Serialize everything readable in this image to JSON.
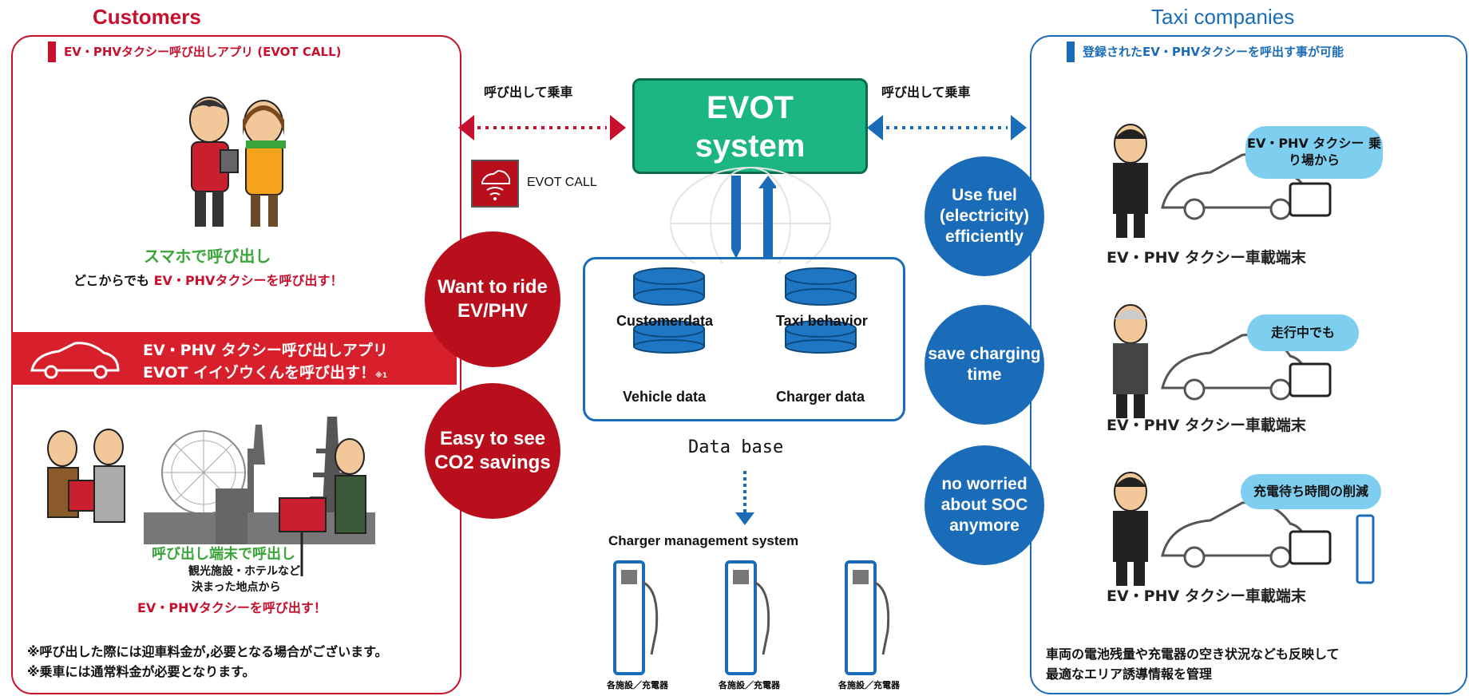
{
  "customers": {
    "title": "Customers",
    "subtitle": "EV・PHVタクシー呼び出しアプリ (EVOT CALL)",
    "smartphone_line1": "スマホで呼び出し",
    "smartphone_line2_prefix": "どこからでも ",
    "smartphone_line2_highlight": "EV・PHVタクシーを呼び出す！",
    "banner_line1": "EV・PHV タクシー呼び出しアプリ",
    "banner_line2": "EVOT イイゾウくんを呼び出す！",
    "banner_note": "※1",
    "terminal_line1": "呼び出し端末で呼出し",
    "terminal_line2": "観光施設・ホテルなど",
    "terminal_line3": "決まった地点から",
    "terminal_line4": "EV・PHVタクシーを呼び出す！",
    "footnote1": "※呼び出した際には迎車料金が,必要となる場合がございます。",
    "footnote2": "※乗車には通常料金が必要となります。"
  },
  "center": {
    "call_left": "呼び出して乗車",
    "call_right": "呼び出して乗車",
    "app_name": "EVOT CALL",
    "system_line1": "EVOT",
    "system_line2": "system",
    "db_items": [
      "Customerdata",
      "Taxi behavior",
      "Vehicle data",
      "Charger data"
    ],
    "db_caption": "Data base",
    "charger_mgmt": "Charger management system",
    "charger_label": "各施設／充電器"
  },
  "red_circles": [
    "Want to ride EV/PHV",
    "Easy to see CO2 savings"
  ],
  "blue_circles": [
    "Use fuel (electricity) efficiently",
    "save charging time",
    "no worried about SOC anymore"
  ],
  "taxi": {
    "title": "Taxi companies",
    "subtitle": "登録されたEV・PHVタクシーを呼出す事が可能",
    "bubble1": "EV・PHV タクシー 乗り場から",
    "bubble2": "走行中でも",
    "bubble3": "充電待ち時間の削減",
    "terminal_label": "EV・PHV タクシー車載端末",
    "footer1": "車両の電池残量や充電器の空き状況なども反映して",
    "footer2": "最適なエリア誘導情報を管理"
  },
  "colors": {
    "red": "#c8102e",
    "blue": "#1b6cb8",
    "green": "#1cb684",
    "bubble": "#7ecef0"
  }
}
